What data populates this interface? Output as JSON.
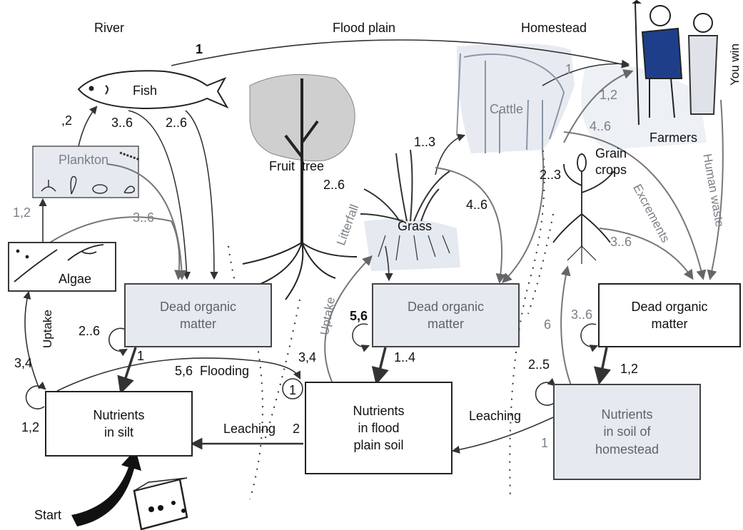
{
  "regions": {
    "river": "River",
    "flood_plain": "Flood plain",
    "homestead": "Homestead"
  },
  "organisms": {
    "fish": "Fish",
    "plankton": "Plankton",
    "algae": "Algae",
    "fruit_tree": "Fruit  tree",
    "grass": "Grass",
    "cattle": "Cattle",
    "grain_crops": "Grain\ncrops",
    "farmers": "Farmers",
    "you_win": "You win"
  },
  "boxes": {
    "dead_river": "Dead organic\nmatter",
    "dead_flood": "Dead organic\nmatter",
    "dead_home": "Dead organic\nmatter",
    "nut_silt": "Nutrients\nin silt",
    "nut_flood": "Nutrients\nin flood\nplain soil",
    "nut_home": "Nutrients\nin soil of\nhomestead"
  },
  "process_labels": {
    "uptake_left": "Uptake",
    "uptake_mid": "Uptake",
    "litterfall": "Litterfall",
    "excrements": "Excrements",
    "human_waste": "Human waste",
    "flooding": "5,6  Flooding",
    "leaching_mid": "Leaching",
    "leaching_right": "Leaching",
    "start": "Start"
  },
  "dice_labels": {
    "fish_to_farmers": "1",
    "plankton_to_fish": ",2",
    "fish_a": "3..6",
    "fish_b": "2..6",
    "algae_to_plankton": "1,2",
    "plankton_to_dead": "3..6",
    "dead_river_self": "2..6",
    "dead_river_down": "1",
    "silt_to_algae": "3,4",
    "silt_self": "1,2",
    "flood_to_silt": "2",
    "flooding_side": "1",
    "grass_to_cattle": "1..3",
    "litter": "2..6",
    "grass_to_dead": "4..6",
    "flood_uptake": "3,4",
    "dead_flood_self": "5,6",
    "dead_flood_down": "1..4",
    "cattle_to_farmers": "1",
    "cattle_alt": "1,2",
    "crops_to_farmers": "4..6",
    "cattle_to_crops": "2..3",
    "excrement_val": "3..6",
    "home_self": "2..5",
    "home_uptake": "6",
    "dead_home_self": "3..6",
    "dead_home_down": "1,2",
    "home_to_flood": "1"
  },
  "colors": {
    "line": "#333333",
    "shade": "#e6eaf0",
    "muted": "#7a7f86"
  },
  "icons": [
    "fish-icon",
    "plankton-icon",
    "algae-icon",
    "fruit-tree-icon",
    "grass-icon",
    "cattle-icon",
    "grain-crop-icon",
    "farmers-icon",
    "dice-icon",
    "start-arrow-icon"
  ]
}
